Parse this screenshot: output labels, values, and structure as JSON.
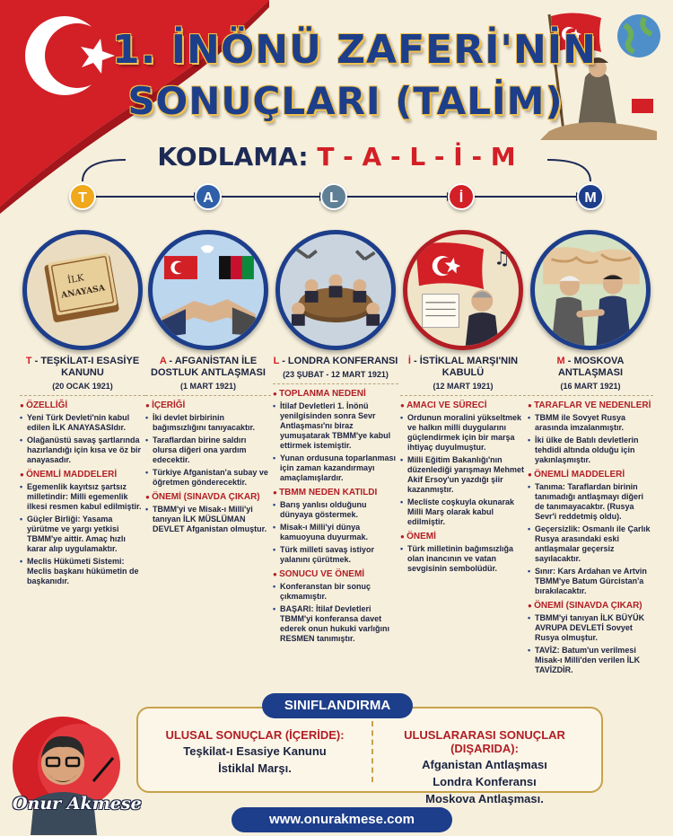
{
  "title": {
    "line1": "1. İNÖNÜ ZAFERİ'NİN",
    "line2": "SONUÇLARI (TALİM)"
  },
  "kodlama": {
    "label": "KODLAMA:",
    "code": "T - A - L - İ - M"
  },
  "colors": {
    "navy": "#1d3e8a",
    "red": "#d31f26",
    "gold": "#f2c14e",
    "cream": "#f6efdc"
  },
  "columns": [
    {
      "letter": "T",
      "letter_color": "#f0a81c",
      "icon": "book-icon",
      "book_text1": "İLK",
      "book_text2": "ANAYASA",
      "head_prefix": "T",
      "head": " - TEŞKİLAT-I ESASİYE KANUNU",
      "date": "(20 OCAK 1921)",
      "sections": [
        {
          "title": "ÖZELLİĞİ",
          "items": [
            "Yeni Türk Devleti'nin kabul edilen İLK ANAYASASIdır.",
            "Olağanüstü savaş şartlarında hazırlandığı için kısa ve öz bir anayasadır."
          ]
        },
        {
          "title": "ÖNEMLİ MADDELERİ",
          "items": [
            "Egemenlik kayıtsız şartsız milletindir: Milli egemenlik ilkesi resmen kabul edilmiştir.",
            "Güçler Birliği: Yasama yürütme ve yargı yetkisi TBMM'ye aittir. Amaç hızlı karar alıp uygulamaktır.",
            "Meclis Hükümeti Sistemi: Meclis başkanı hükümetin de başkanıdır."
          ]
        }
      ]
    },
    {
      "letter": "A",
      "letter_color": "#2f5fa8",
      "icon": "handshake-icon",
      "head_prefix": "A",
      "head": " - AFGANİSTAN İLE DOSTLUK ANTLAŞMASI",
      "date": "(1 MART 1921)",
      "sections": [
        {
          "title": "İÇERİĞİ",
          "items": [
            "İki devlet birbirinin bağımsızlığını tanıyacaktır.",
            "Taraflardan birine saldırı olursa diğeri ona yardım edecektir.",
            "Türkiye Afganistan'a subay ve öğretmen gönderecektir."
          ]
        },
        {
          "title": "ÖNEMİ (SINAVDA ÇIKAR)",
          "items": [
            "TBMM'yi ve Misak-ı Milli'yi tanıyan İLK MÜSLÜMAN DEVLET Afganistan olmuştur."
          ]
        }
      ]
    },
    {
      "letter": "L",
      "letter_color": "#5f7f96",
      "icon": "conference-table-icon",
      "head_prefix": "L",
      "head": " - LONDRA KONFERANSI",
      "date": "(23 ŞUBAT - 12 MART 1921)",
      "sections": [
        {
          "title": "TOPLANMA NEDENİ",
          "items": [
            "İtilaf Devletleri 1. İnönü yenilgisinden sonra Sevr Antlaşması'nı biraz yumuşatarak TBMM'ye kabul ettirmek istemiştir.",
            "Yunan ordusuna toparlanması için zaman kazandırmayı amaçlamışlardır."
          ]
        },
        {
          "title": "TBMM NEDEN KATILDI",
          "items": [
            "Barış yanlısı olduğunu dünyaya göstermek.",
            "Misak-ı Milli'yi dünya kamuoyuna duyurmak.",
            "Türk milleti savaş istiyor yalanını çürütmek."
          ]
        },
        {
          "title": "SONUCU VE ÖNEMİ",
          "items": [
            "Konferanstan bir sonuç çıkmamıştır.",
            "BAŞARI: İtilaf Devletleri TBMM'yi konferansa davet ederek onun hukuki varlığını RESMEN tanımıştır."
          ]
        }
      ]
    },
    {
      "letter": "İ",
      "letter_color": "#d31f26",
      "icon": "flag-music-icon",
      "head_prefix": "İ",
      "head": " - İSTİKLAL MARŞI'NIN KABULÜ",
      "date": "(12 MART 1921)",
      "sections": [
        {
          "title": "AMACI VE SÜRECİ",
          "items": [
            "Ordunun moralini yükseltmek ve halkın milli duygularını güçlendirmek için bir marşa ihtiyaç duyulmuştur.",
            "Milli Eğitim Bakanlığı'nın düzenlediği yarışmayı Mehmet Akif Ersoy'un yazdığı şiir kazanmıştır.",
            "Mecliste coşkuyla okunarak Milli Marş olarak kabul edilmiştir."
          ]
        },
        {
          "title": "ÖNEMİ",
          "items": [
            "Türk milletinin bağımsızlığa olan inancının ve vatan sevgisinin sembolüdür."
          ]
        }
      ]
    },
    {
      "letter": "M",
      "letter_color": "#1d3e8a",
      "icon": "moscow-handshake-icon",
      "head_prefix": "M",
      "head": " - MOSKOVA ANTLAŞMASI",
      "date": "(16 MART 1921)",
      "sections": [
        {
          "title": "TARAFLAR VE NEDENLERİ",
          "items": [
            "TBMM ile Sovyet Rusya arasında imzalanmıştır.",
            "İki ülke de Batılı devletlerin tehdidi altında olduğu için yakınlaşmıştır."
          ]
        },
        {
          "title": "ÖNEMLİ MADDELERİ",
          "items": [
            "Tanıma: Taraflardan birinin tanımadığı antlaşmayı diğeri de tanımayacaktır. (Rusya Sevr'i reddetmiş oldu).",
            "Geçersizlik: Osmanlı ile Çarlık Rusya arasındaki eski antlaşmalar geçersiz sayılacaktır.",
            "Sınır: Kars Ardahan ve Artvin TBMM'ye Batum Gürcistan'a bırakılacaktır."
          ]
        },
        {
          "title": "ÖNEMİ (SINAVDA ÇIKAR)",
          "items": [
            "TBMM'yi tanıyan İLK BÜYÜK AVRUPA DEVLETİ Sovyet Rusya olmuştur.",
            "TAVİZ: Batum'un verilmesi Misak-ı Milli'den verilen İLK TAVİZDİR."
          ]
        }
      ]
    }
  ],
  "siniflandirma": {
    "title": "SINIFLANDIRMA",
    "ulusal_title": "ULUSAL SONUÇLAR (İÇERİDE):",
    "ulusal_items": [
      "Teşkilat-ı Esasiye Kanunu",
      "İstiklal Marşı."
    ],
    "uluslararasi_title": "ULUSLARARASI SONUÇLAR (DIŞARIDA):",
    "uluslararasi_items": [
      "Afganistan Antlaşması",
      "Londra Konferansı",
      "Moskova Antlaşması."
    ]
  },
  "brand": "Onur Akmese",
  "website": "www.onurakmese.com"
}
